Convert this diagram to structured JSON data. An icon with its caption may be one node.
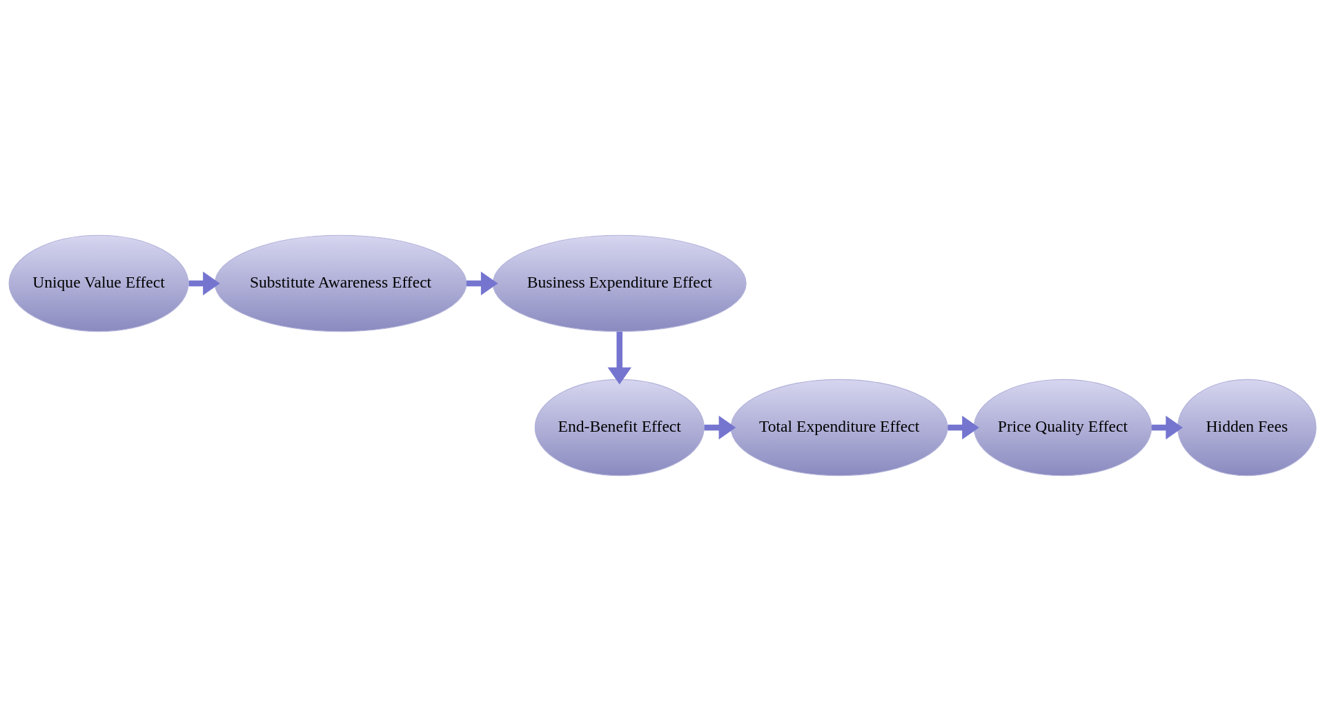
{
  "diagram": {
    "nodes": [
      {
        "text": [
          "Unique Value Effect"
        ]
      },
      {
        "text": [
          "Substitute Awareness Effect"
        ]
      },
      {
        "text": [
          "Business Expenditure Effect"
        ]
      },
      {
        "text": [
          "End-Benefit Effect"
        ]
      },
      {
        "text": [
          "Total Expenditure Effect"
        ]
      },
      {
        "text": [
          "Price Quality Effect"
        ]
      },
      {
        "text": [
          "Hidden Fees"
        ]
      }
    ],
    "edges": [
      {
        "from": 0,
        "to": 1,
        "arrow": "to"
      },
      {
        "from": 1,
        "to": 2,
        "arrow": "to"
      },
      {
        "from": 2,
        "to": 3,
        "arrow": "to"
      },
      {
        "from": 3,
        "to": 4,
        "arrow": "to"
      },
      {
        "from": 4,
        "to": 5,
        "arrow": "to"
      },
      {
        "from": 5,
        "to": 6,
        "arrow": "to"
      }
    ]
  }
}
